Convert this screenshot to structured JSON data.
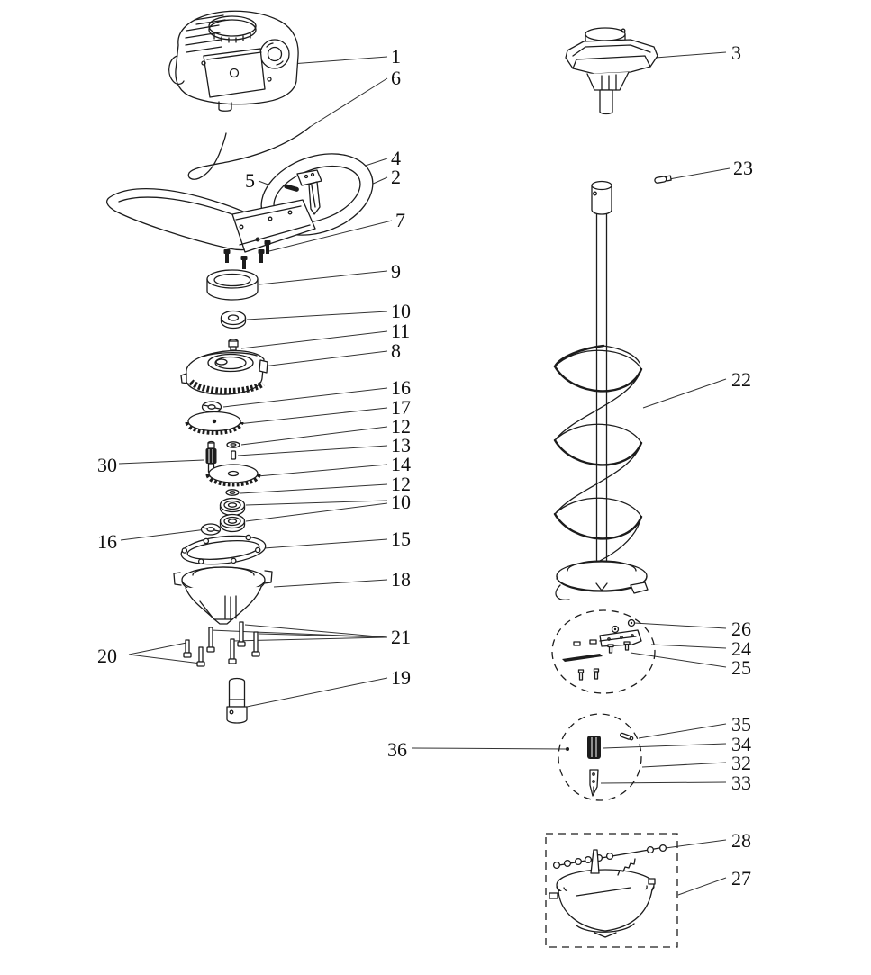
{
  "figure": {
    "kind": "exploded-parts-diagram"
  },
  "callouts": [
    {
      "num": "1",
      "name": "engine"
    },
    {
      "num": "6",
      "name": "throttle-cable"
    },
    {
      "num": "4",
      "name": "throttle-control"
    },
    {
      "num": "2",
      "name": "handlebar"
    },
    {
      "num": "5",
      "name": "handle-pin"
    },
    {
      "num": "7",
      "name": "handle-screws"
    },
    {
      "num": "9",
      "name": "adapter-ring"
    },
    {
      "num": "10",
      "name": "bearing-upper"
    },
    {
      "num": "11",
      "name": "bolt"
    },
    {
      "num": "8",
      "name": "gear-housing-upper"
    },
    {
      "num": "16",
      "name": "washer-upper"
    },
    {
      "num": "17",
      "name": "gear-large"
    },
    {
      "num": "12",
      "name": "washer-mid-upper"
    },
    {
      "num": "13",
      "name": "key"
    },
    {
      "num": "30",
      "name": "pinion-shaft"
    },
    {
      "num": "14",
      "name": "gear-small"
    },
    {
      "num": "12",
      "name": "washer-mid-lower"
    },
    {
      "num": "10",
      "name": "bearings-lower"
    },
    {
      "num": "16",
      "name": "washer-lower"
    },
    {
      "num": "15",
      "name": "gasket"
    },
    {
      "num": "18",
      "name": "gear-housing-lower"
    },
    {
      "num": "21",
      "name": "bolts-long"
    },
    {
      "num": "20",
      "name": "bolts-short"
    },
    {
      "num": "19",
      "name": "output-shaft"
    },
    {
      "num": "3",
      "name": "gear-head-assembly"
    },
    {
      "num": "23",
      "name": "shear-pin"
    },
    {
      "num": "22",
      "name": "auger"
    },
    {
      "num": "26",
      "name": "nuts"
    },
    {
      "num": "24",
      "name": "blade-carrier"
    },
    {
      "num": "25",
      "name": "blade-screws"
    },
    {
      "num": "35",
      "name": "pilot-pin"
    },
    {
      "num": "34",
      "name": "pilot-holder"
    },
    {
      "num": "32",
      "name": "pilot-kit-detail"
    },
    {
      "num": "33",
      "name": "pilot-blade"
    },
    {
      "num": "36",
      "name": "set-screw"
    },
    {
      "num": "28",
      "name": "retainer-chain"
    },
    {
      "num": "27",
      "name": "blade-guard"
    }
  ]
}
